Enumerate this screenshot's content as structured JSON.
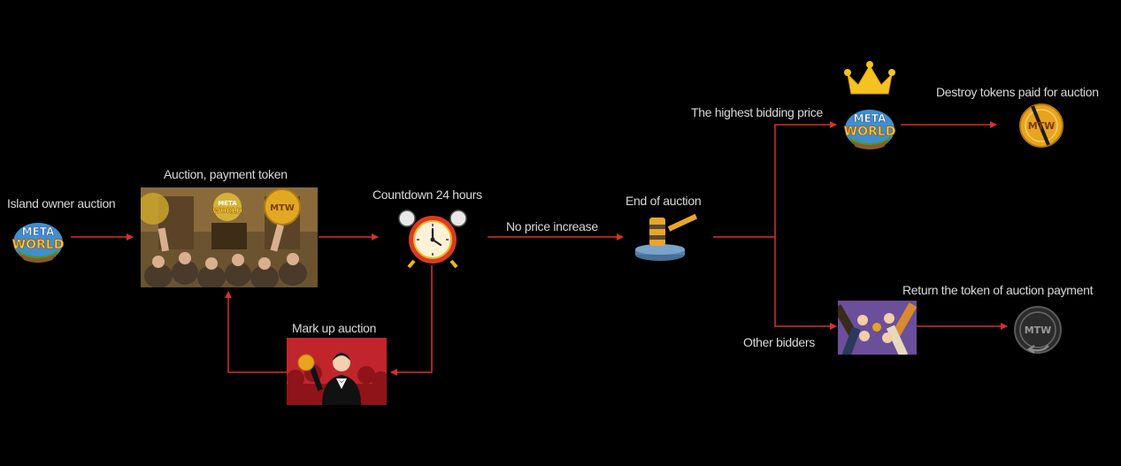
{
  "labels": {
    "island_owner": "Island owner auction",
    "auction_payment": "Auction, payment token",
    "countdown": "Countdown 24 hours",
    "no_price_increase": "No price increase",
    "end_of_auction": "End of auction",
    "highest_bid": "The highest bidding price",
    "destroy_tokens": "Destroy tokens paid for auction",
    "mark_up": "Mark up auction",
    "other_bidders": "Other bidders",
    "return_token": "Return the token of auction payment"
  },
  "logos": {
    "meta": "META",
    "world": "WORLD",
    "mtw": "MTW"
  },
  "colors": {
    "arrow": "#d9302c",
    "label": "#d9d9d9",
    "gold": "#f2b51c",
    "clock_red": "#d93a26"
  },
  "icons": [
    "metaworld-logo-icon",
    "auction-hall-image",
    "alarm-clock-icon",
    "gavel-icon",
    "crown-icon",
    "burning-coin-icon",
    "bidding-hands-image",
    "return-token-icon",
    "auctioneer-image"
  ]
}
